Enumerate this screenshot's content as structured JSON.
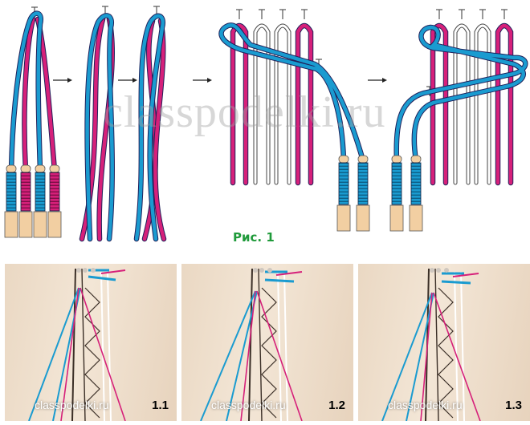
{
  "watermark": "classpodelki.ru",
  "figure_caption": "Рис. 1",
  "colors": {
    "blue": "#1a9bd0",
    "pink": "#d6207a",
    "white_thread": "#ffffff",
    "bobbin_tan": "#f2cfa2",
    "caption_green": "#1f9a3a"
  },
  "arrow_icon": "arrow-right-icon",
  "photos": [
    {
      "watermark": "classpodelki.ru",
      "number": "1.1"
    },
    {
      "watermark": "classpodelki.ru",
      "number": "1.2"
    },
    {
      "watermark": "classpodelki.ru",
      "number": "1.3"
    }
  ]
}
